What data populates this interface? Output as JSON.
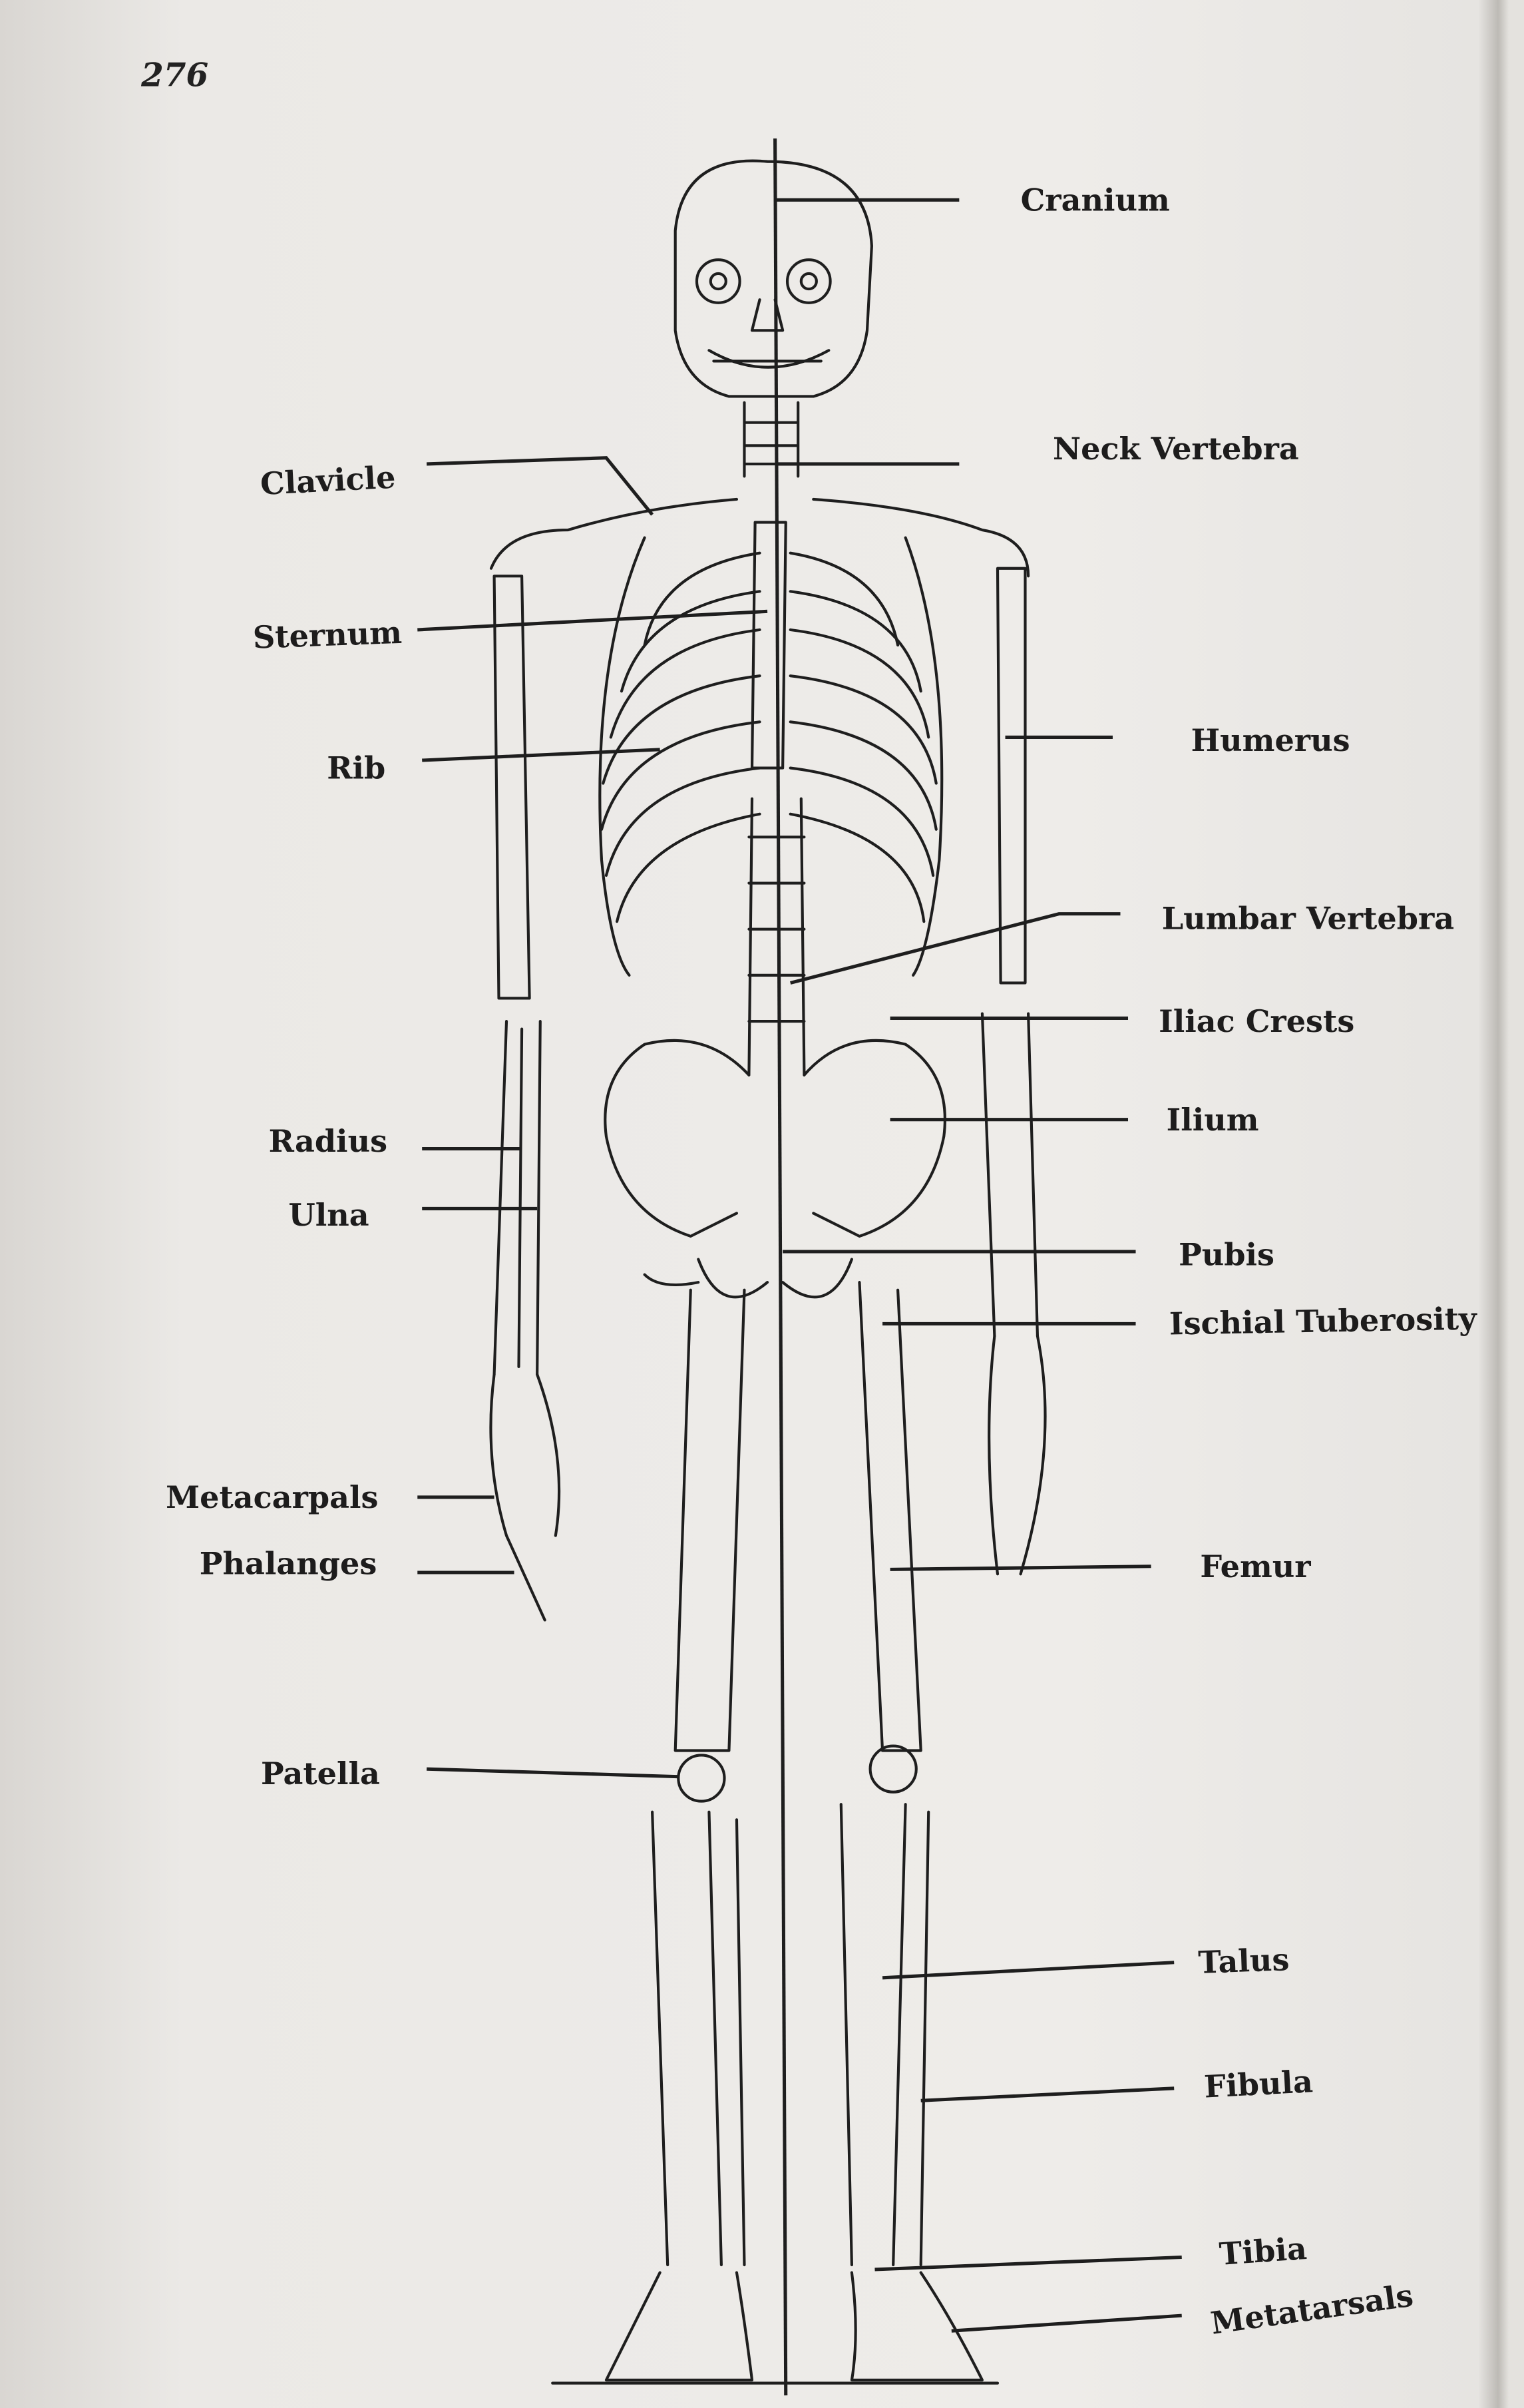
{
  "page_number": "276",
  "labels": {
    "cranium": "Cranium",
    "neck_vertebra": "Neck Vertebra",
    "clavicle": "Clavicle",
    "sternum": "Sternum",
    "humerus": "Humerus",
    "rib": "Rib",
    "lumbar_vertebra": "Lumbar Vertebra",
    "iliac_crests": "Iliac Crests",
    "ilium": "Ilium",
    "radius": "Radius",
    "ulna": "Ulna",
    "pubis": "Pubis",
    "ischial_tuberosity": "Ischial Tuberosity",
    "metacarpals": "Metacarpals",
    "phalanges": "Phalanges",
    "femur": "Femur",
    "patella": "Patella",
    "talus": "Talus",
    "fibula": "Fibula",
    "tibia": "Tibia",
    "metatarsals": "Metatarsals"
  }
}
